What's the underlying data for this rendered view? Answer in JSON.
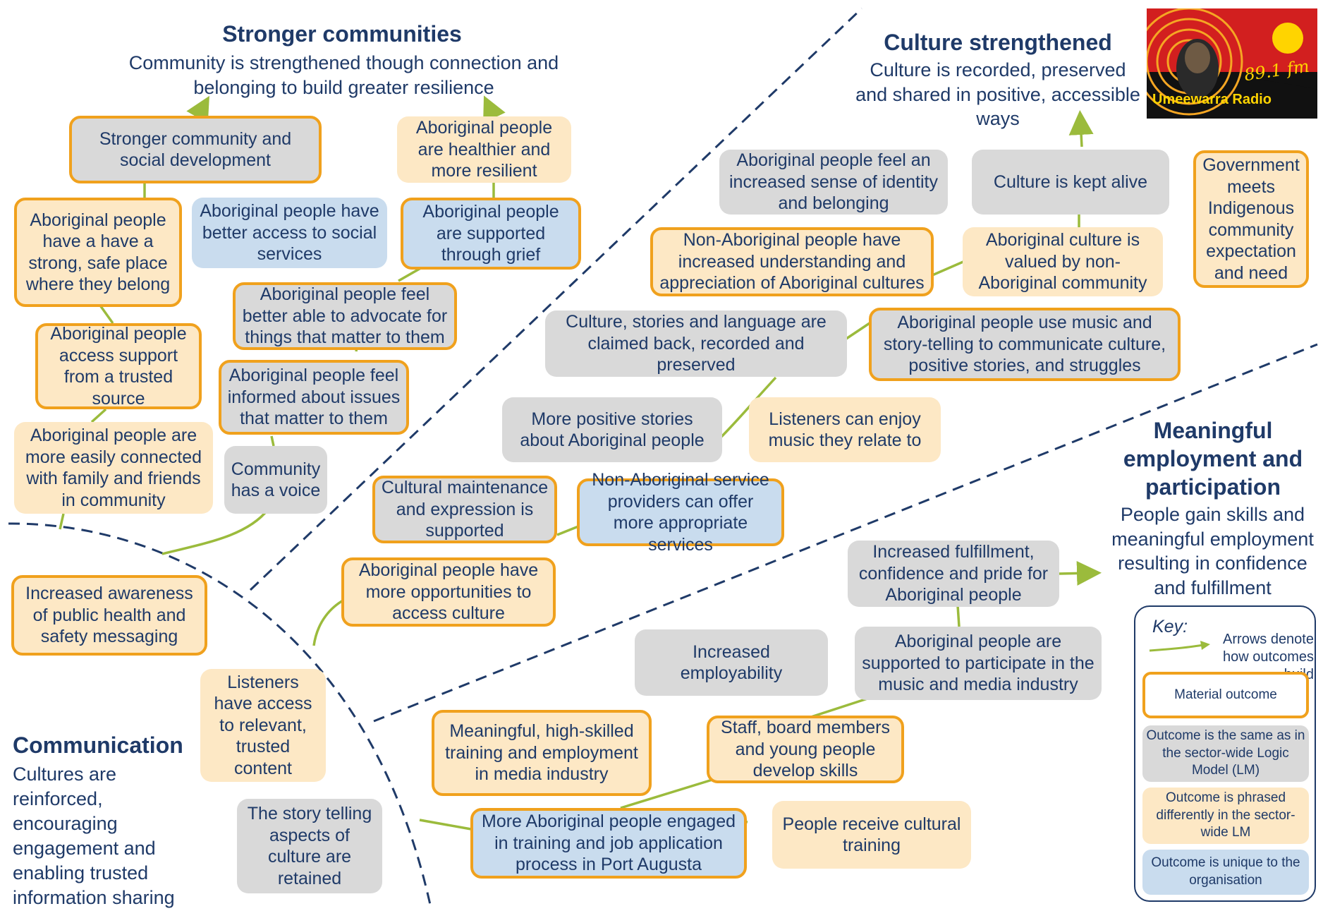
{
  "sections": {
    "stronger": {
      "title": "Stronger communities",
      "subtitle": "Community is strengthened though connection and belonging to build greater resilience"
    },
    "culture": {
      "title": "Culture strengthened",
      "subtitle": "Culture is recorded, preserved and shared in positive, accessible ways"
    },
    "employment": {
      "title": "Meaningful employment and participation",
      "subtitle": "People gain skills and meaningful employment resulting in confidence and fulfillment"
    },
    "communication": {
      "title": "Communication",
      "subtitle": "Cultures are reinforced, encouraging engagement and enabling trusted information sharing"
    }
  },
  "logo": {
    "brand": "Umeewarra Radio",
    "frequency": "89.1 fm"
  },
  "outcomes": {
    "n1": "Stronger community and social development",
    "n2": "Aboriginal people are healthier and more resilient",
    "n3": "Aboriginal people have a have a strong, safe place where they belong",
    "n4": "Aboriginal people have better access to social services",
    "n5": "Aboriginal people are supported through grief",
    "n6": "Aboriginal people feel better able to advocate for things that matter to them",
    "n7": "Aboriginal people access support from a trusted source",
    "n8": "Aboriginal people feel informed about issues that matter to them",
    "n9": "Aboriginal people are more easily connected with family and friends in community",
    "n10": "Community has a voice",
    "n11": "Aboriginal people feel an increased sense of identity and belonging",
    "n12": "Culture is kept alive",
    "n13": "Government meets Indigenous community expectation and need",
    "n14": "Non-Aboriginal people have increased understanding and appreciation of Aboriginal cultures",
    "n15": "Aboriginal culture is valued by non-Aboriginal community",
    "n16": "Culture, stories and language are claimed back, recorded and preserved",
    "n17": "Aboriginal people use music and story-telling to communicate culture, positive stories, and struggles",
    "n18": "More positive stories about Aboriginal people",
    "n19": "Listeners can enjoy music they relate to",
    "n20": "Cultural maintenance and expression is supported",
    "n21": "Non-Aboriginal service providers can offer more appropriate services",
    "n22": "Aboriginal people have more opportunities to access culture",
    "n23": "Increased awareness of public health and safety messaging",
    "n24": "Increased fulfillment, confidence and pride for Aboriginal people",
    "n25": "Increased employability",
    "n26": "Aboriginal people are supported to participate in the music and media industry",
    "n27": "Listeners have access to relevant, trusted content",
    "n28": "Meaningful, high-skilled training and employment in media industry",
    "n29": "Staff, board members and young people develop skills",
    "n30": "The story telling aspects of culture are retained",
    "n31": "More Aboriginal people engaged in training and job application process in Port Augusta",
    "n32": "People receive cultural training"
  },
  "key": {
    "title": "Key:",
    "arrow_text": "Arrows denote how outcomes build",
    "material": "Material outcome",
    "same": "Outcome is the same as in the sector-wide Logic Model (LM)",
    "different": "Outcome is phrased differently in the sector-wide LM",
    "unique": "Outcome is unique to the organisation"
  },
  "colors": {
    "navy": "#1f3a68",
    "orange": "#f0a11d",
    "green": "#9bbb3c",
    "grey": "#d9d9d9",
    "cream": "#fde8c5",
    "blue": "#c9dcee"
  }
}
